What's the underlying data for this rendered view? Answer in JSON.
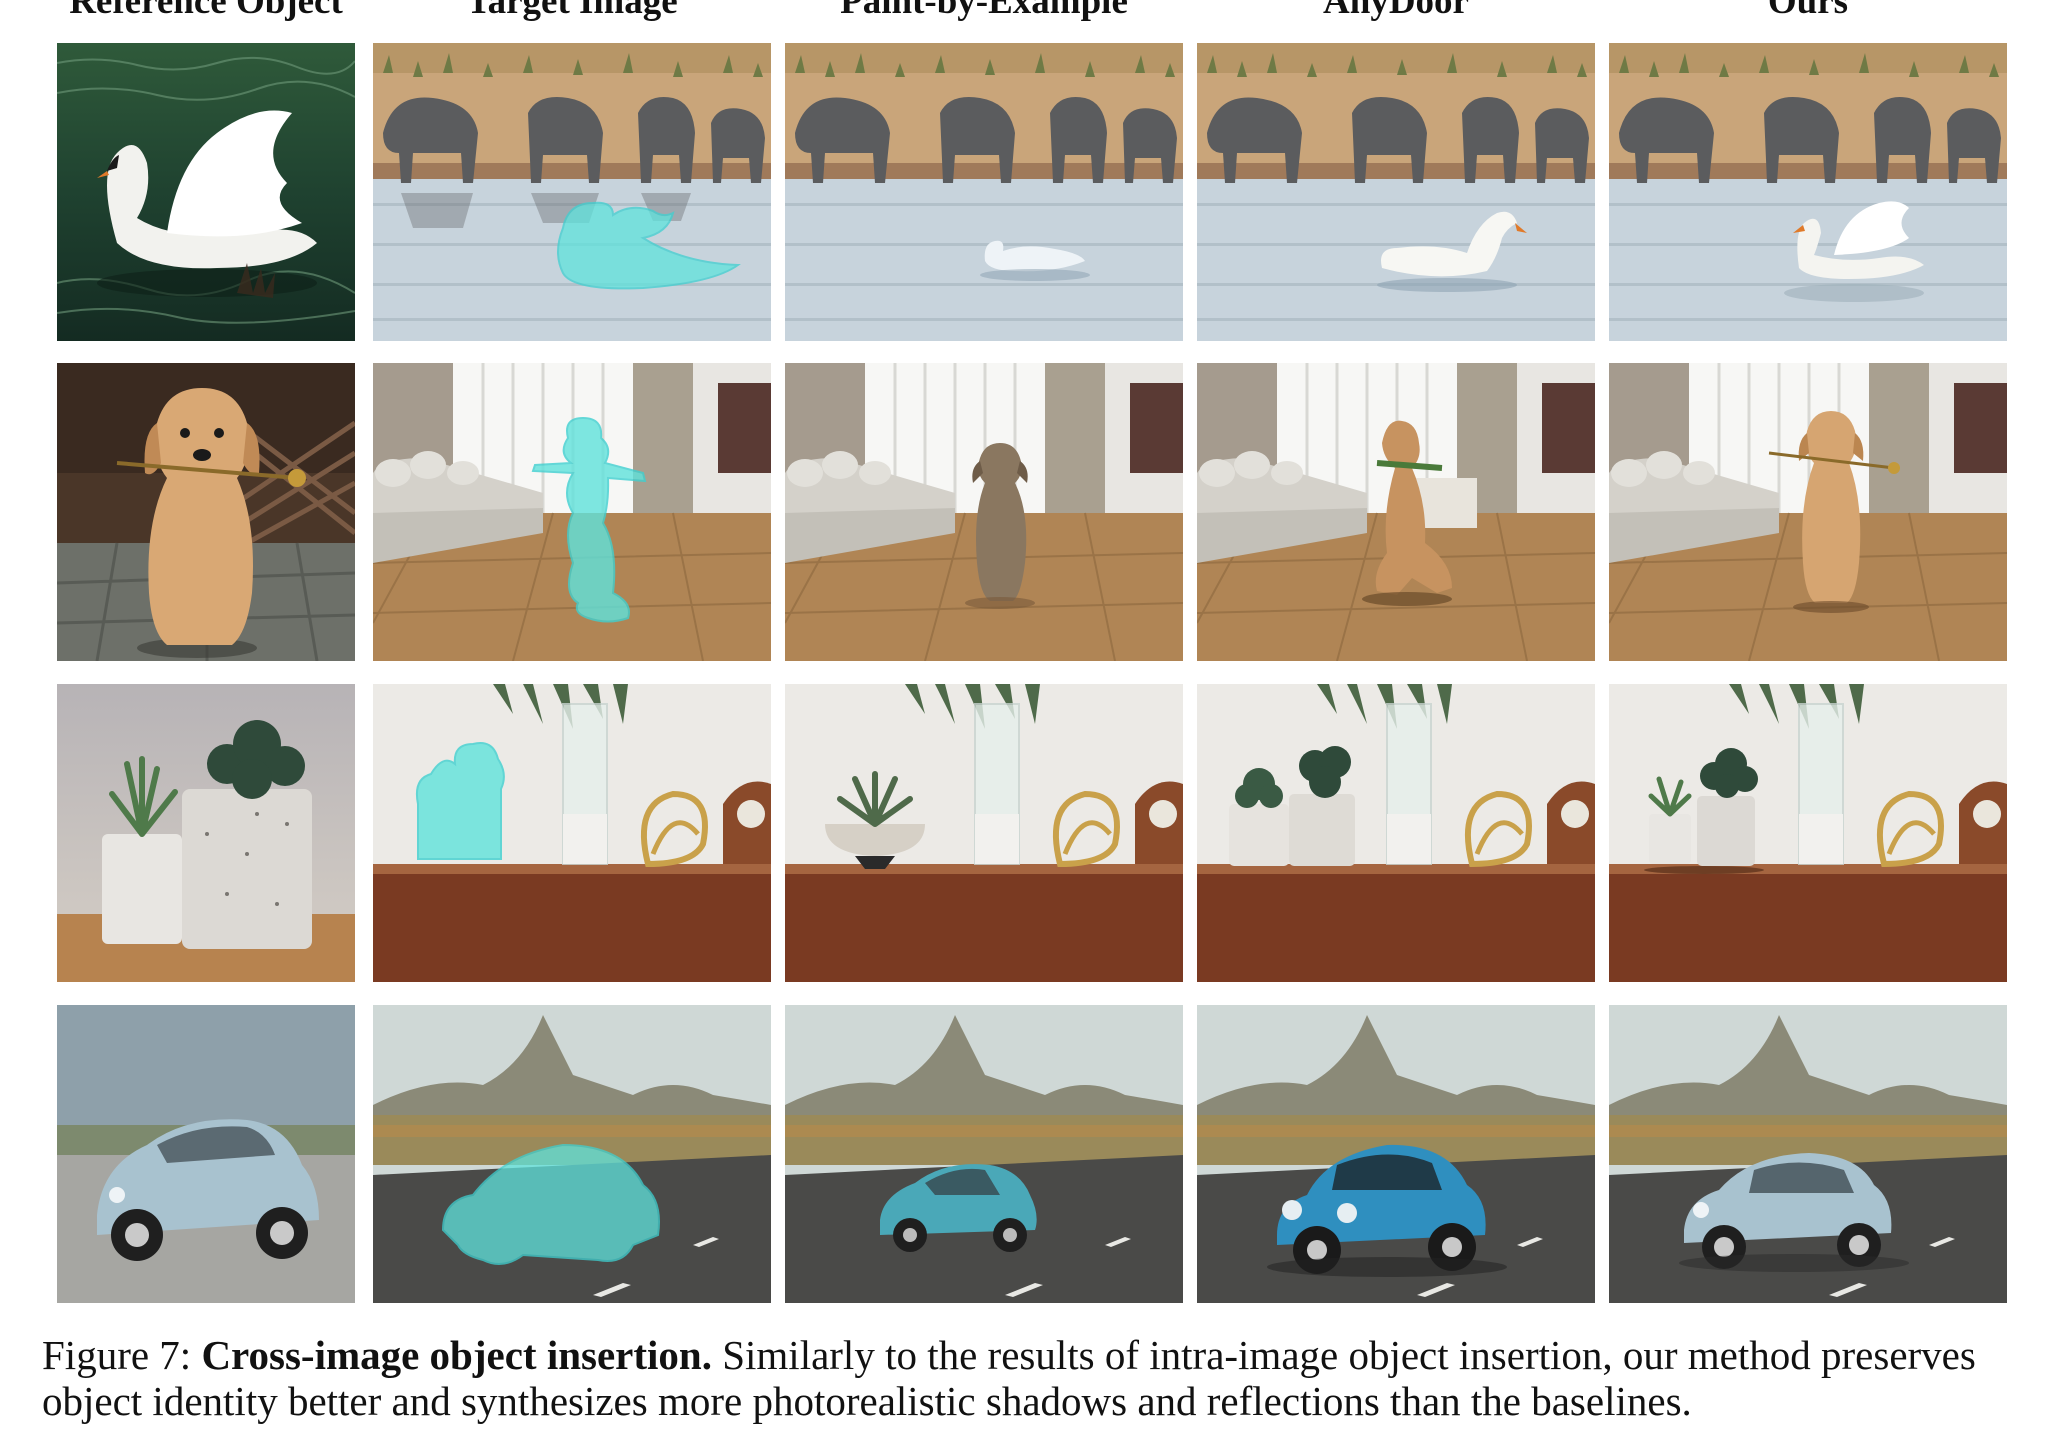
{
  "figure": {
    "columns": [
      {
        "label": "Reference Object"
      },
      {
        "label": "Target Image"
      },
      {
        "label": "Paint-by-Example"
      },
      {
        "label": "AnyDoor"
      },
      {
        "label": "Ours"
      }
    ],
    "rows": [
      {
        "subject": "swan",
        "scene": "elephants-waterhole"
      },
      {
        "subject": "dog",
        "scene": "living-room"
      },
      {
        "subject": "potted-plants",
        "scene": "sideboard-vase"
      },
      {
        "subject": "beetle-car",
        "scene": "desert-road"
      }
    ],
    "caption": {
      "label": "Figure 7:",
      "title": "Cross-image object insertion.",
      "text": "Similarly to the results of intra-image object insertion, our method preserves object identity better and synthesizes more photorealistic shadows and reflections than the baselines."
    },
    "colors": {
      "mask": "#5fe3dc",
      "mask_edge": "#3fd0d0",
      "text": "#111111"
    }
  }
}
